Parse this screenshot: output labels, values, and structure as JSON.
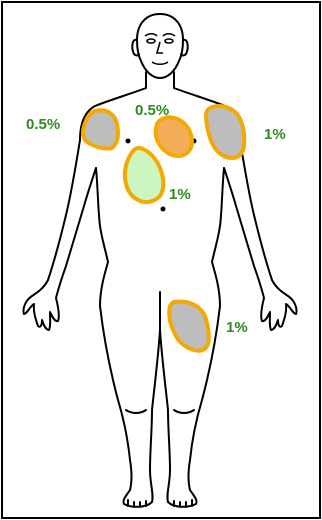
{
  "colors": {
    "label_green": "#2d8a1e",
    "outline_orange": "#f5a800",
    "fill_gray": "#bdbdbd",
    "fill_orange": "#f4ad5a",
    "fill_green": "#ccf5c0",
    "body_stroke": "#000000"
  },
  "burn_areas": [
    {
      "id": "right-shoulder",
      "percent": "0.5%",
      "fill": "gray"
    },
    {
      "id": "upper-chest",
      "percent": "0.5%",
      "fill": "orange"
    },
    {
      "id": "left-shoulder",
      "percent": "1%",
      "fill": "gray"
    },
    {
      "id": "abdomen",
      "percent": "1%",
      "fill": "green"
    },
    {
      "id": "thigh",
      "percent": "1%",
      "fill": "gray"
    }
  ]
}
